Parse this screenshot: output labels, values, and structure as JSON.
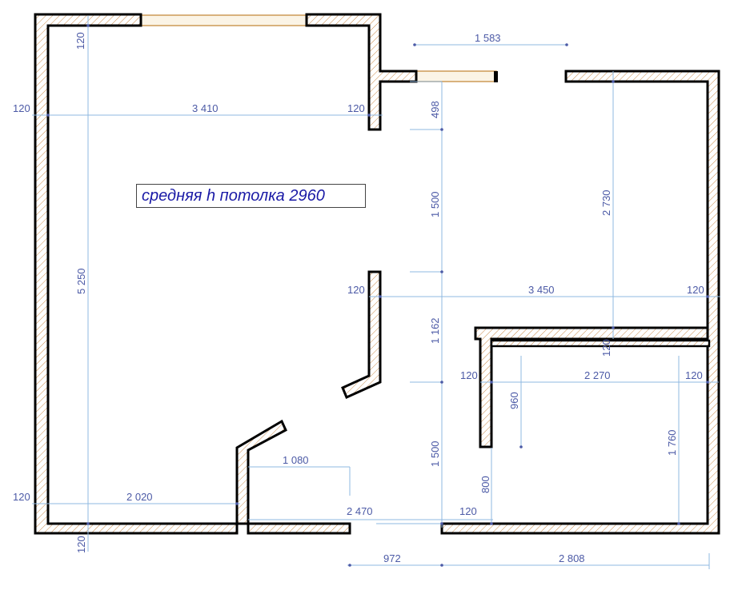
{
  "ceiling_label": "средняя h потолка 2960",
  "dims": {
    "top_opening": "1 583",
    "left_wall_top": "120",
    "living_width": "3 410",
    "living_wall_right": "120",
    "living_wall_left": "120",
    "top_right_498": "498",
    "height_1500_top": "1 500",
    "right_room_height": "2 730",
    "left_height": "5 250",
    "mid_wall_left": "120",
    "mid_width": "3 450",
    "mid_wall_right": "120",
    "height_1162": "1 162",
    "bath_wall_mid": "120",
    "bath_wall_left": "120",
    "bath_width": "2 270",
    "bath_wall_right": "120",
    "bath_960": "960",
    "bath_1760": "1 760",
    "height_1500_bottom": "1 500",
    "door_1080": "1 080",
    "bottom_left_wall": "120",
    "bottom_2020": "2 020",
    "bottom_2470": "2 470",
    "bottom_120_right": "120",
    "bath_800": "800",
    "bottom_wall_120": "120",
    "bottom_972": "972",
    "bottom_2808": "2 808"
  }
}
